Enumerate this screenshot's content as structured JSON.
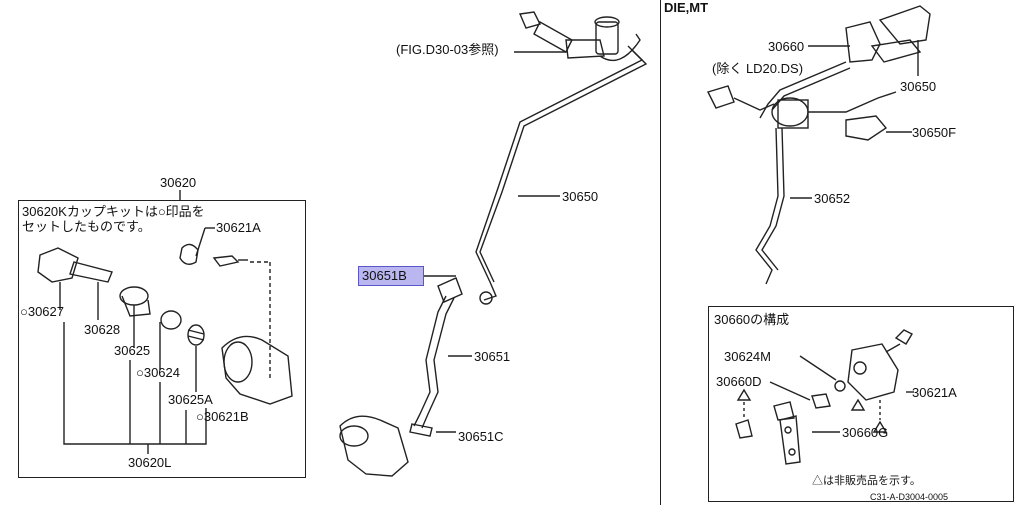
{
  "labels": {
    "l30620": "30620",
    "kit_note_1": "30620Kカップキットは○印品を",
    "kit_note_2": "セットしたものです。",
    "l30621a_left": "30621A",
    "l30627": "○30627",
    "l30628": "30628",
    "l30625": "30625",
    "l30624": "○30624",
    "l30625a": "30625A",
    "l30621b": "○30621B",
    "l30620l": "30620L",
    "fig_ref": "(FIG.D30-03参照)",
    "l30650_mid": "30650",
    "l30651b": "30651B",
    "l30651": "30651",
    "l30651c": "30651C",
    "die_mt": "DIE,MT",
    "l30660": "30660",
    "exclude_note": "(除く LD20.DS)",
    "l30650_right": "30650",
    "l30650f": "30650F",
    "l30652": "30652",
    "composition_title": "30660の構成",
    "l30624m": "30624M",
    "l30660d": "30660D",
    "l30621a_right": "30621A",
    "l30660g": "30660G",
    "not_for_sale": "△は非販売品を示す。",
    "diagram_code": "C31-A-D3004-0005"
  },
  "colors": {
    "highlight": "#b9b6f0",
    "line": "#222222"
  }
}
